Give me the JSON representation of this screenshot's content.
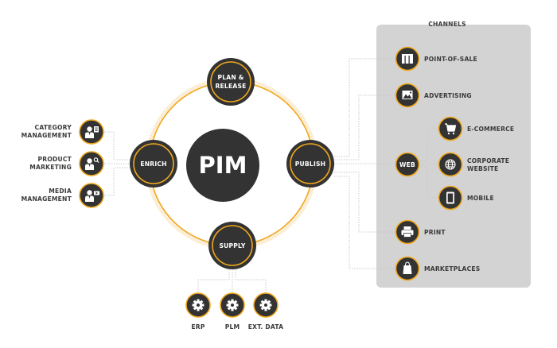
{
  "colors": {
    "accent": "#f0a81c",
    "node_fill": "#333333",
    "panel": "#d3d3d3",
    "text": "#3a3a3a",
    "connector": "#c9c9c9"
  },
  "center": {
    "label": "PIM"
  },
  "stages": {
    "plan": {
      "line1": "PLAN &",
      "line2": "RELEASE"
    },
    "enrich": {
      "label": "ENRICH"
    },
    "publish": {
      "label": "PUBLISH"
    },
    "supply": {
      "label": "SUPPLY"
    }
  },
  "enrich_roles": [
    {
      "line1": "CATEGORY",
      "line2": "MANAGEMENT",
      "icon": "user-document-icon"
    },
    {
      "line1": "PRODUCT",
      "line2": "MARKETING",
      "icon": "user-search-icon"
    },
    {
      "line1": "MEDIA",
      "line2": "MANAGEMENT",
      "icon": "user-media-icon"
    }
  ],
  "supply_sources": [
    {
      "label": "ERP",
      "icon": "gear-icon"
    },
    {
      "label": "PLM",
      "icon": "gear-icon"
    },
    {
      "label": "EXT. DATA",
      "icon": "gear-icon"
    }
  ],
  "channels": {
    "title": "CHANNELS",
    "items": [
      {
        "label": "POINT-OF-SALE",
        "icon": "columns-icon"
      },
      {
        "label": "ADVERTISING",
        "icon": "image-icon"
      },
      {
        "label": "WEB",
        "icon": "web-node"
      },
      {
        "label": "PRINT",
        "icon": "printer-icon"
      },
      {
        "label": "MARKETPLACES",
        "icon": "shopping-bag-icon"
      }
    ],
    "web_children": [
      {
        "line1": "E-COMMERCE",
        "line2": "",
        "icon": "cart-icon"
      },
      {
        "line1": "CORPORATE",
        "line2": "WEBSITE",
        "icon": "globe-icon"
      },
      {
        "line1": "MOBILE",
        "line2": "",
        "icon": "tablet-icon"
      }
    ]
  }
}
